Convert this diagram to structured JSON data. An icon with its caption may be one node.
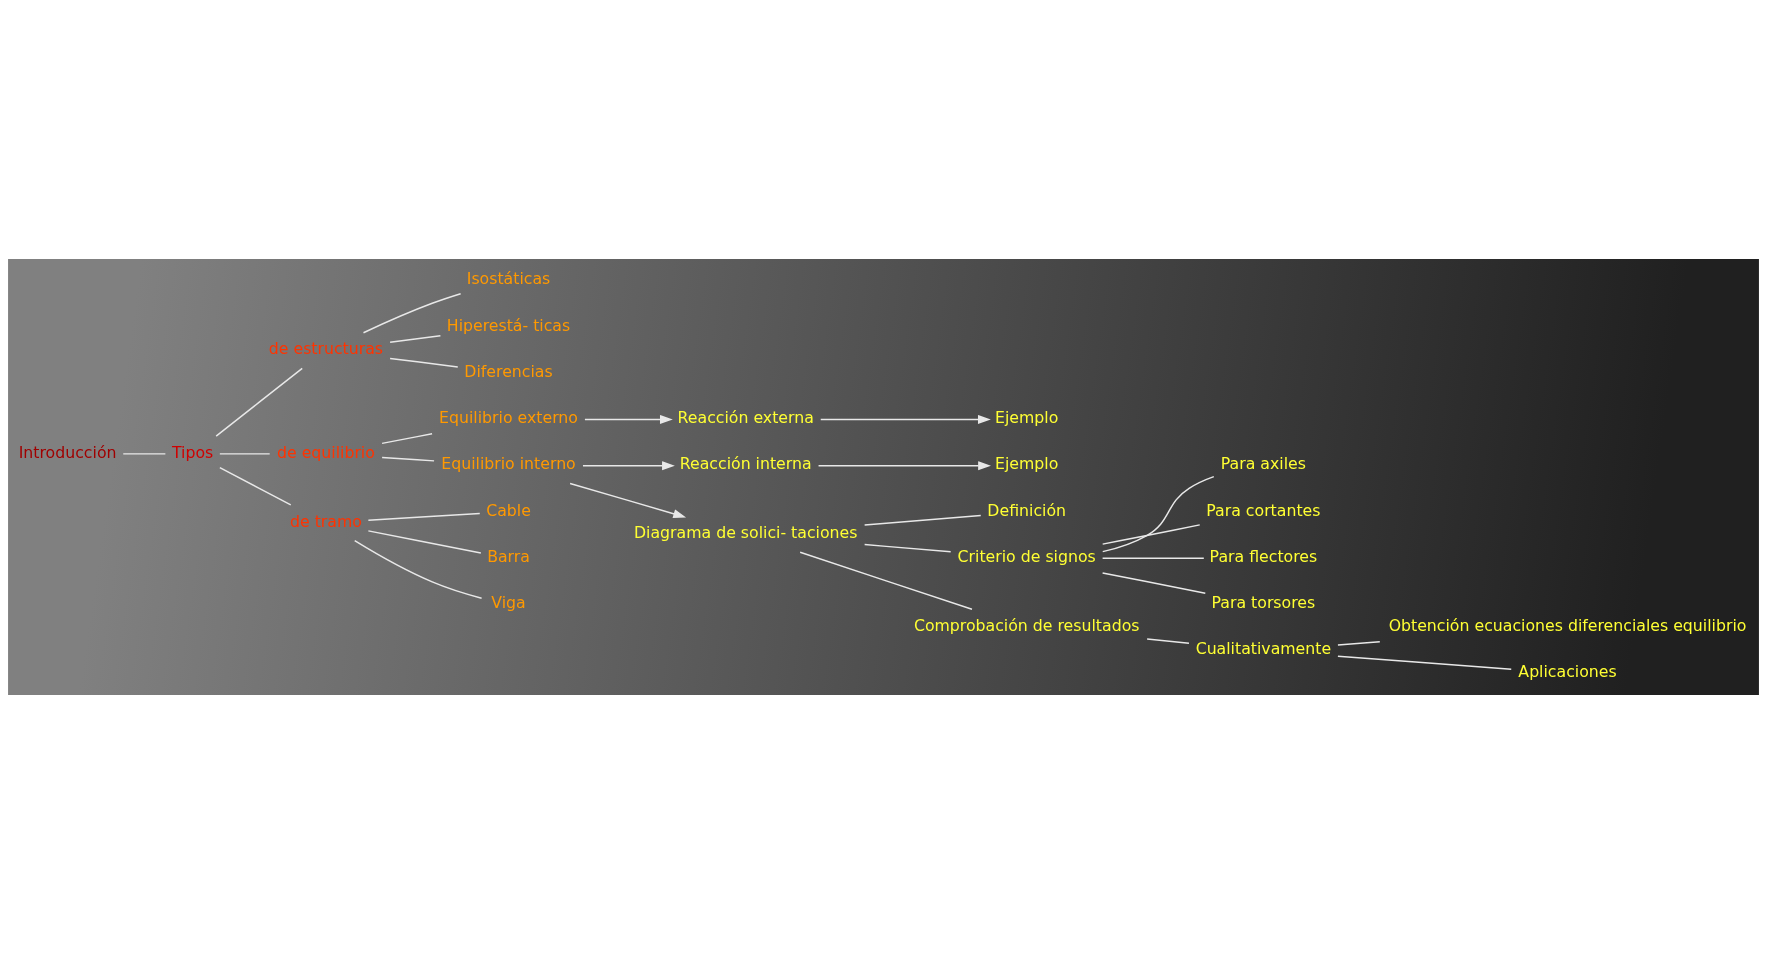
{
  "diagram": {
    "nodes": [
      {
        "text": [
          "Introducción"
        ]
      },
      {
        "text": [
          "Tipos"
        ]
      },
      {
        "text": [
          "de estructuras"
        ]
      },
      {
        "text": [
          "de equilibrio"
        ]
      },
      {
        "text": [
          "de tramo"
        ]
      },
      {
        "text": [
          "Isostáticas"
        ]
      },
      {
        "text": [
          "Hiperestá- ticas"
        ]
      },
      {
        "text": [
          "Diferencias"
        ]
      },
      {
        "text": [
          "Equilibrio externo"
        ]
      },
      {
        "text": [
          "Equilibrio interno"
        ]
      },
      {
        "text": [
          "Cable"
        ]
      },
      {
        "text": [
          "Barra"
        ]
      },
      {
        "text": [
          "Viga"
        ]
      },
      {
        "text": [
          "Reacción externa"
        ]
      },
      {
        "text": [
          "Ejemplo"
        ]
      },
      {
        "text": [
          "Reacción interna"
        ]
      },
      {
        "text": [
          "Ejemplo"
        ]
      },
      {
        "text": [
          "Diagrama de solici- taciones"
        ]
      },
      {
        "text": [
          "Definición"
        ]
      },
      {
        "text": [
          "Criterio de signos"
        ]
      },
      {
        "text": [
          "Comprobación de resultados"
        ]
      },
      {
        "text": [
          "Para axiles"
        ]
      },
      {
        "text": [
          "Para cortantes"
        ]
      },
      {
        "text": [
          "Para flectores"
        ]
      },
      {
        "text": [
          "Para torsores"
        ]
      },
      {
        "text": [
          "Cualitativamente"
        ]
      },
      {
        "text": [
          "Obtención ecuaciones diferenciales equilibrio"
        ]
      },
      {
        "text": [
          "Aplicaciones"
        ]
      }
    ],
    "edges": [
      {
        "from": 0,
        "to": 1,
        "arrow": "none"
      },
      {
        "from": 1,
        "to": 2,
        "arrow": "none"
      },
      {
        "from": 1,
        "to": 3,
        "arrow": "none"
      },
      {
        "from": 1,
        "to": 4,
        "arrow": "none"
      },
      {
        "from": 2,
        "to": 5,
        "arrow": "none"
      },
      {
        "from": 2,
        "to": 6,
        "arrow": "none"
      },
      {
        "from": 2,
        "to": 7,
        "arrow": "none"
      },
      {
        "from": 3,
        "to": 8,
        "arrow": "none"
      },
      {
        "from": 3,
        "to": 9,
        "arrow": "none"
      },
      {
        "from": 4,
        "to": 10,
        "arrow": "none"
      },
      {
        "from": 4,
        "to": 11,
        "arrow": "none"
      },
      {
        "from": 4,
        "to": 12,
        "arrow": "none"
      },
      {
        "from": 8,
        "to": 13,
        "arrow": "to"
      },
      {
        "from": 13,
        "to": 14,
        "arrow": "to"
      },
      {
        "from": 9,
        "to": 15,
        "arrow": "to"
      },
      {
        "from": 9,
        "to": 17,
        "arrow": "to"
      },
      {
        "from": 15,
        "to": 16,
        "arrow": "to"
      },
      {
        "from": 17,
        "to": 18,
        "arrow": "none"
      },
      {
        "from": 17,
        "to": 19,
        "arrow": "none"
      },
      {
        "from": 17,
        "to": 20,
        "arrow": "none"
      },
      {
        "from": 19,
        "to": 21,
        "arrow": "none"
      },
      {
        "from": 19,
        "to": 22,
        "arrow": "none"
      },
      {
        "from": 19,
        "to": 23,
        "arrow": "none"
      },
      {
        "from": 19,
        "to": 24,
        "arrow": "none"
      },
      {
        "from": 20,
        "to": 25,
        "arrow": "none"
      },
      {
        "from": 25,
        "to": 26,
        "arrow": "none"
      },
      {
        "from": 25,
        "to": 27,
        "arrow": "none"
      }
    ]
  }
}
